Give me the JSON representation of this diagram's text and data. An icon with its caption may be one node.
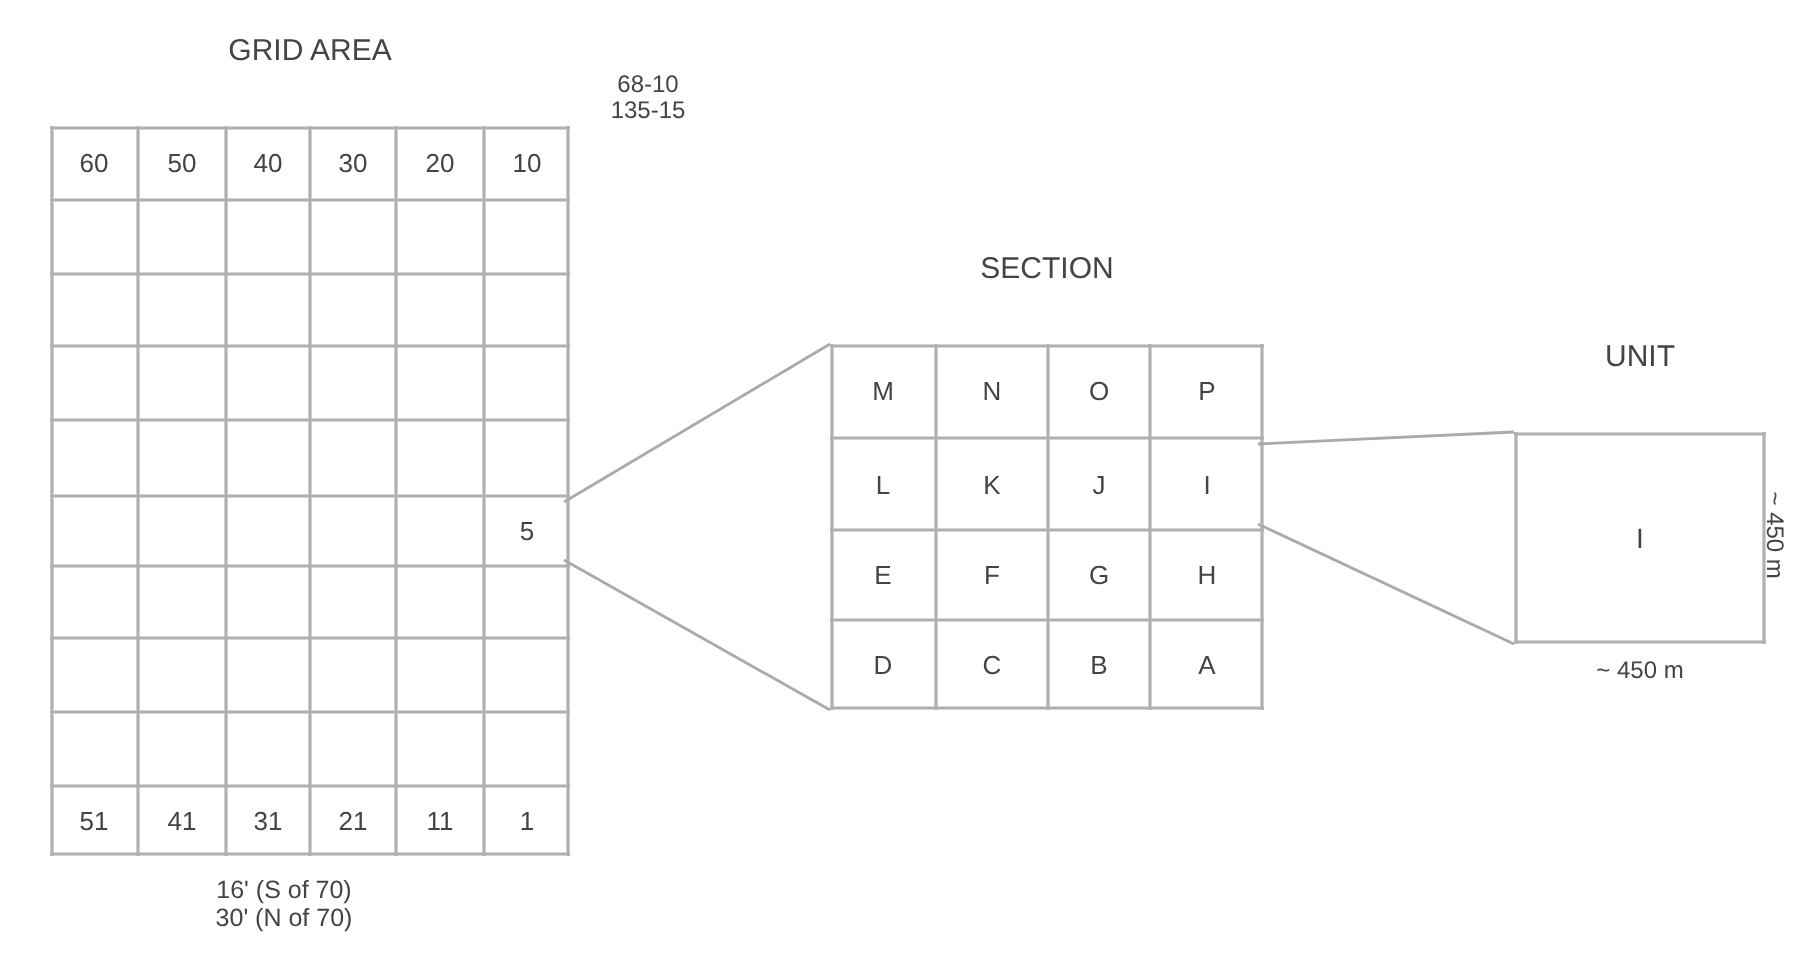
{
  "diagram": {
    "nodes": [
      {
        "text": [
          "GRID AREA"
        ],
        "beside": [
          "68-10 135-15",
          "16' (S of 70) 30' (N of 70)"
        ]
      },
      {
        "text": [
          "60"
        ],
        "in": 0
      },
      {
        "text": [
          "50"
        ],
        "in": 0
      },
      {
        "text": [
          "40"
        ],
        "in": 0
      },
      {
        "text": [
          "30"
        ],
        "in": 0
      },
      {
        "text": [
          "20"
        ],
        "in": 0
      },
      {
        "text": [
          "10"
        ],
        "in": 0
      },
      {
        "text": [
          "5"
        ],
        "in": 0
      },
      {
        "text": [
          "51"
        ],
        "in": 0
      },
      {
        "text": [
          "41"
        ],
        "in": 0
      },
      {
        "text": [
          "31"
        ],
        "in": 0
      },
      {
        "text": [
          "21"
        ],
        "in": 0
      },
      {
        "text": [
          "11"
        ],
        "in": 0
      },
      {
        "text": [
          "1"
        ],
        "in": 0
      },
      {
        "text": [
          "SECTION"
        ]
      },
      {
        "text": [
          "M"
        ],
        "in": 14
      },
      {
        "text": [
          "N"
        ],
        "in": 14
      },
      {
        "text": [
          "O"
        ],
        "in": 14
      },
      {
        "text": [
          "P"
        ],
        "in": 14
      },
      {
        "text": [
          "L"
        ],
        "in": 14
      },
      {
        "text": [
          "K"
        ],
        "in": 14
      },
      {
        "text": [
          "J"
        ],
        "in": 14
      },
      {
        "text": [
          "I"
        ],
        "in": 14
      },
      {
        "text": [
          "E"
        ],
        "in": 14
      },
      {
        "text": [
          "F"
        ],
        "in": 14
      },
      {
        "text": [
          "G"
        ],
        "in": 14
      },
      {
        "text": [
          "H"
        ],
        "in": 14
      },
      {
        "text": [
          "D"
        ],
        "in": 14
      },
      {
        "text": [
          "C"
        ],
        "in": 14
      },
      {
        "text": [
          "B"
        ],
        "in": 14
      },
      {
        "text": [
          "A"
        ],
        "in": 14
      },
      {
        "text": [
          "UNIT",
          "I"
        ],
        "beside": [
          "~ 450 m",
          "~ 450 m"
        ]
      }
    ],
    "edges": [
      {
        "from": 7,
        "to": 14,
        "arrow": "none"
      },
      {
        "from": 7,
        "to": 14,
        "arrow": "none"
      },
      {
        "from": 22,
        "to": 31,
        "arrow": "none"
      },
      {
        "from": 22,
        "to": 31,
        "arrow": "none"
      }
    ]
  }
}
